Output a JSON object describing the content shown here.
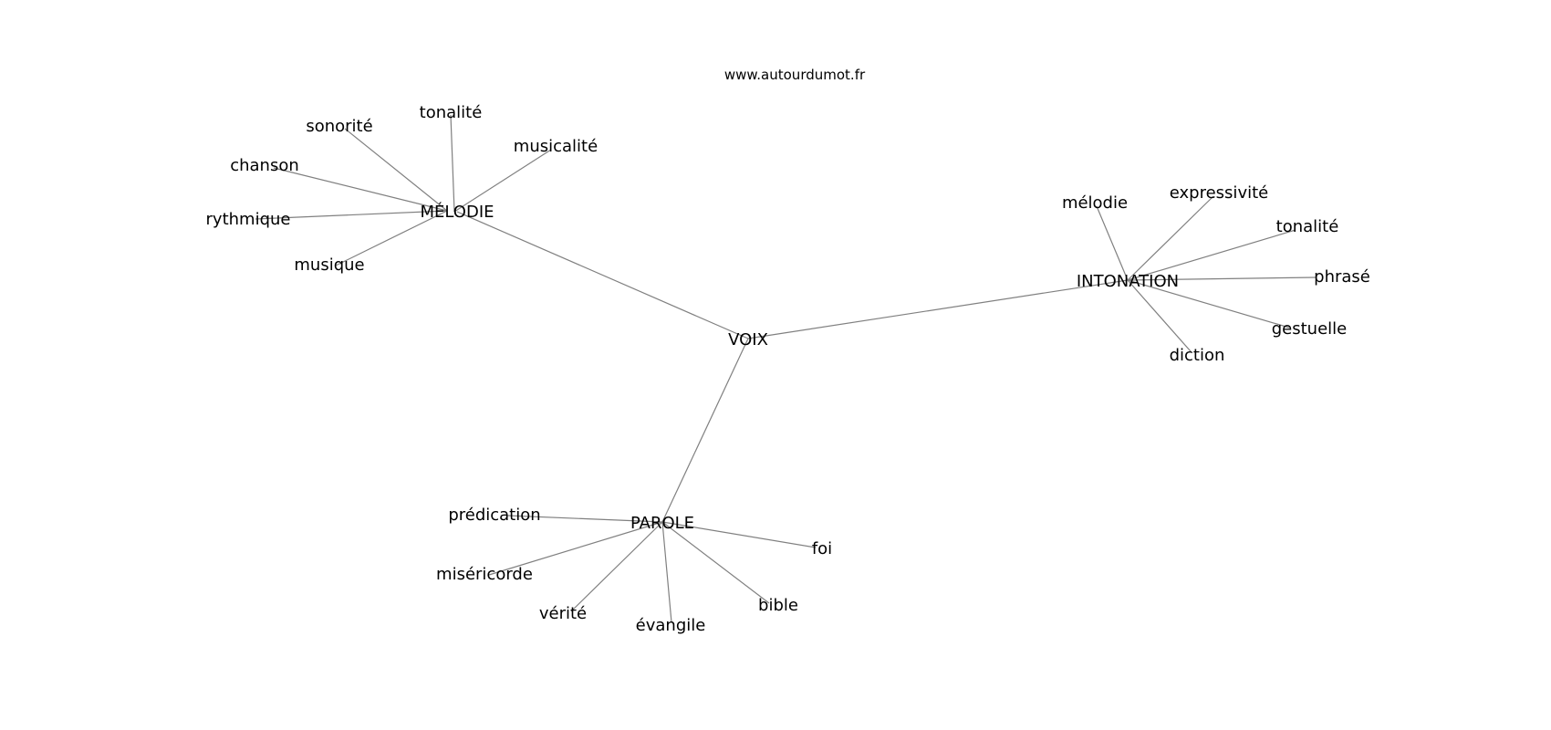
{
  "site": "www.autourdumot.fr",
  "center": "VOIX",
  "groups": [
    {
      "name": "MÉLODIE",
      "words": [
        "sonorité",
        "tonalité",
        "musicalité",
        "chanson",
        "rythmique",
        "musique"
      ]
    },
    {
      "name": "INTONATION",
      "words": [
        "mélodie",
        "expressivité",
        "tonalité",
        "phrasé",
        "gestuelle",
        "diction"
      ]
    },
    {
      "name": "PAROLE",
      "words": [
        "prédication",
        "foi",
        "miséricorde",
        "bible",
        "vérité",
        "évangile"
      ]
    }
  ],
  "colors": {
    "edge": "#808080",
    "text": "#000000",
    "background": "#ffffff"
  }
}
